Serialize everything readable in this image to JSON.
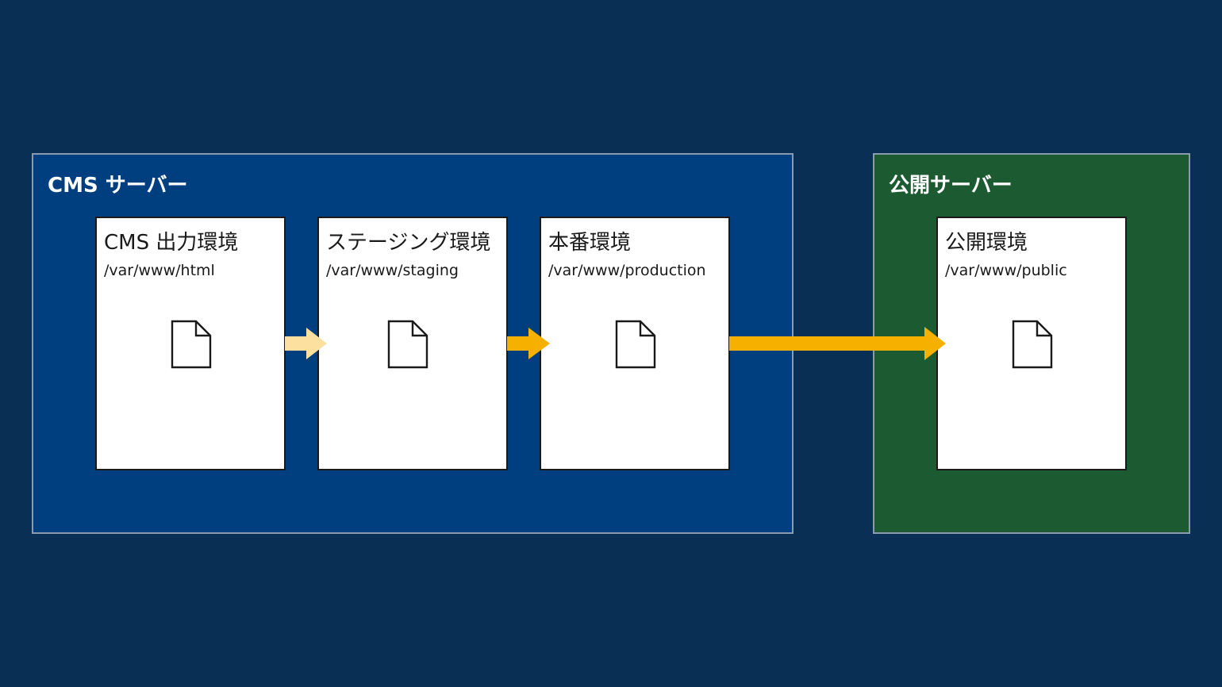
{
  "servers": {
    "cms": {
      "title": "CMS サーバー"
    },
    "public": {
      "title": "公開サーバー"
    }
  },
  "environments": [
    {
      "title": "CMS 出力環境",
      "path": "/var/www/html"
    },
    {
      "title": "ステージング環境",
      "path": "/var/www/staging"
    },
    {
      "title": "本番環境",
      "path": "/var/www/production"
    },
    {
      "title": "公開環境",
      "path": "/var/www/public"
    }
  ],
  "icons": {
    "file": "file-icon",
    "arrow": "arrow-right-icon"
  },
  "colors": {
    "background": "#0a2f55",
    "cms_server": "#003f7f",
    "public_server": "#1c5a32",
    "arrow_light": "#fbe0a0",
    "arrow_strong": "#f5b000"
  }
}
